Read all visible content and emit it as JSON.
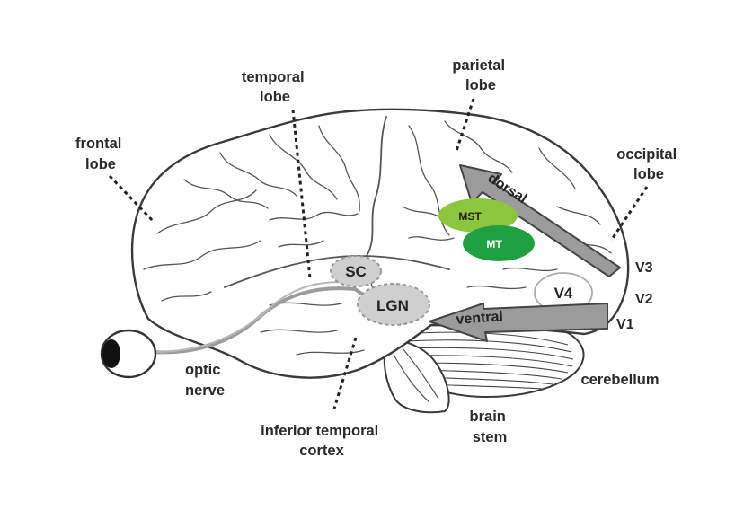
{
  "labels": {
    "frontal_lobe": [
      "frontal",
      "lobe"
    ],
    "temporal_lobe": [
      "temporal",
      "lobe"
    ],
    "parietal_lobe": [
      "parietal",
      "lobe"
    ],
    "occipital_lobe": [
      "occipital",
      "lobe"
    ],
    "optic_nerve": [
      "optic",
      "nerve"
    ],
    "inferior_temporal_cortex": [
      "inferior temporal",
      "cortex"
    ],
    "brain_stem": [
      "brain",
      "stem"
    ],
    "cerebellum": "cerebellum",
    "v1": "V1",
    "v2": "V2",
    "v3": "V3",
    "v4": "V4",
    "sc": "SC",
    "lgn": "LGN",
    "mst": "MST",
    "mt": "MT",
    "dorsal": "dorsal",
    "ventral": "ventral"
  },
  "colors": {
    "mst": "#8cc63f",
    "mt": "#1fa042",
    "stream_arrow": "#9b9b9b",
    "sc_lgn": "#cfcfcf",
    "outline": "#3a3a3a"
  }
}
